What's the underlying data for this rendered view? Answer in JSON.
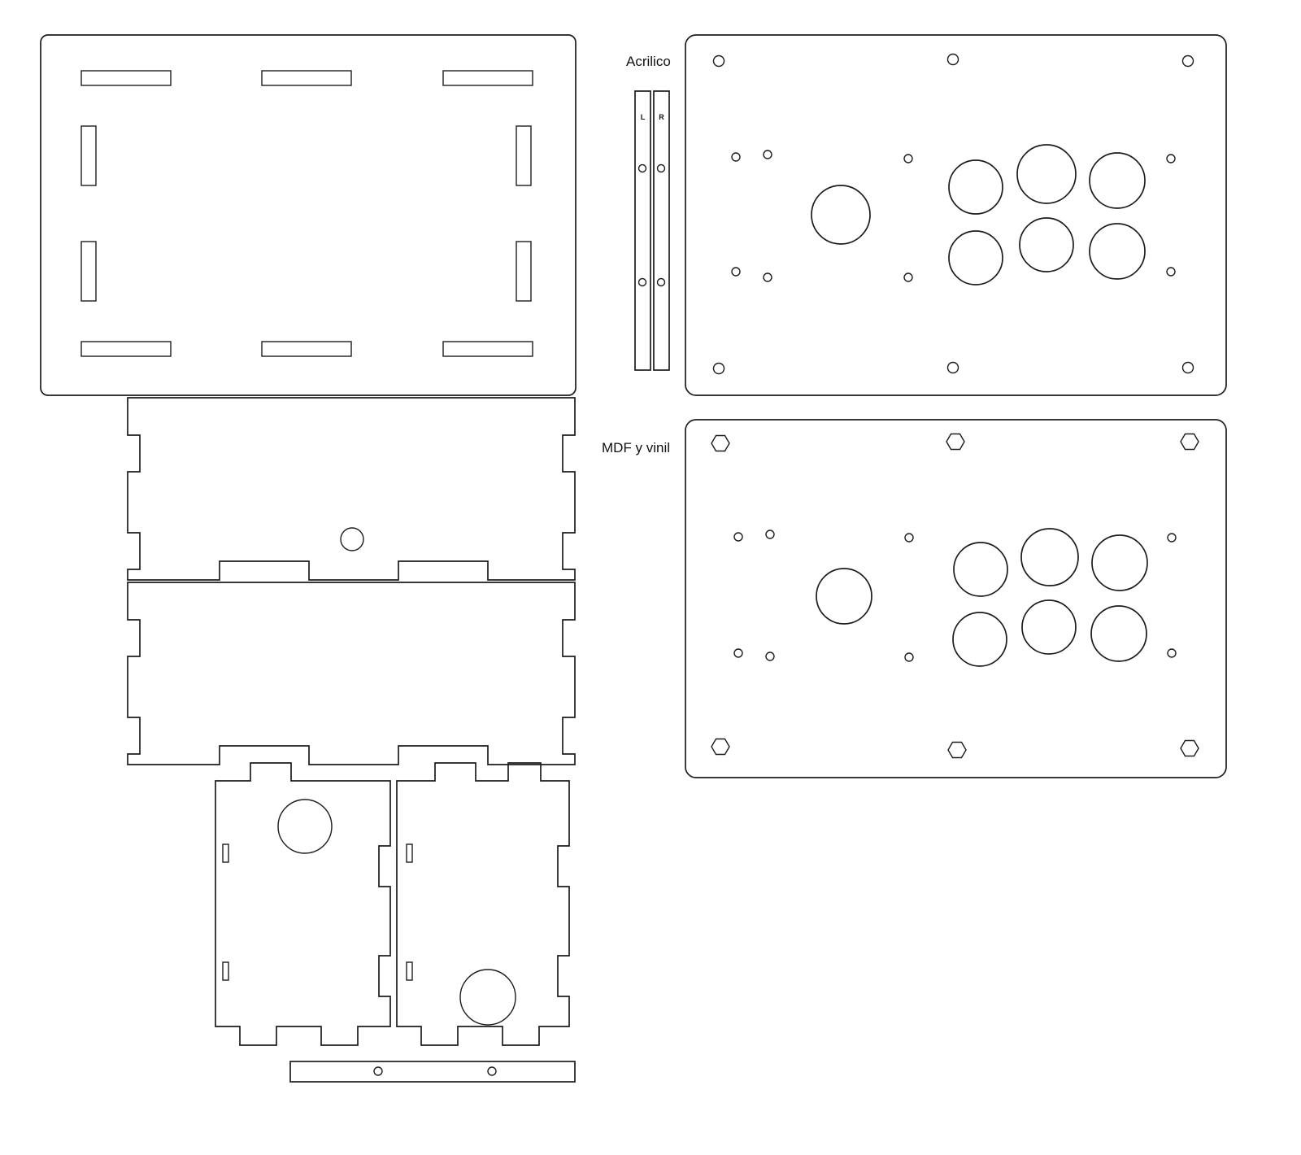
{
  "colors": {
    "background": "#ffffff",
    "line": "#1c1c1c",
    "text": "#111111"
  },
  "labels": {
    "acrylic_section": "Acrilico",
    "mdf_section": "MDF y vinil",
    "strip_left": "L",
    "strip_right": "R"
  }
}
